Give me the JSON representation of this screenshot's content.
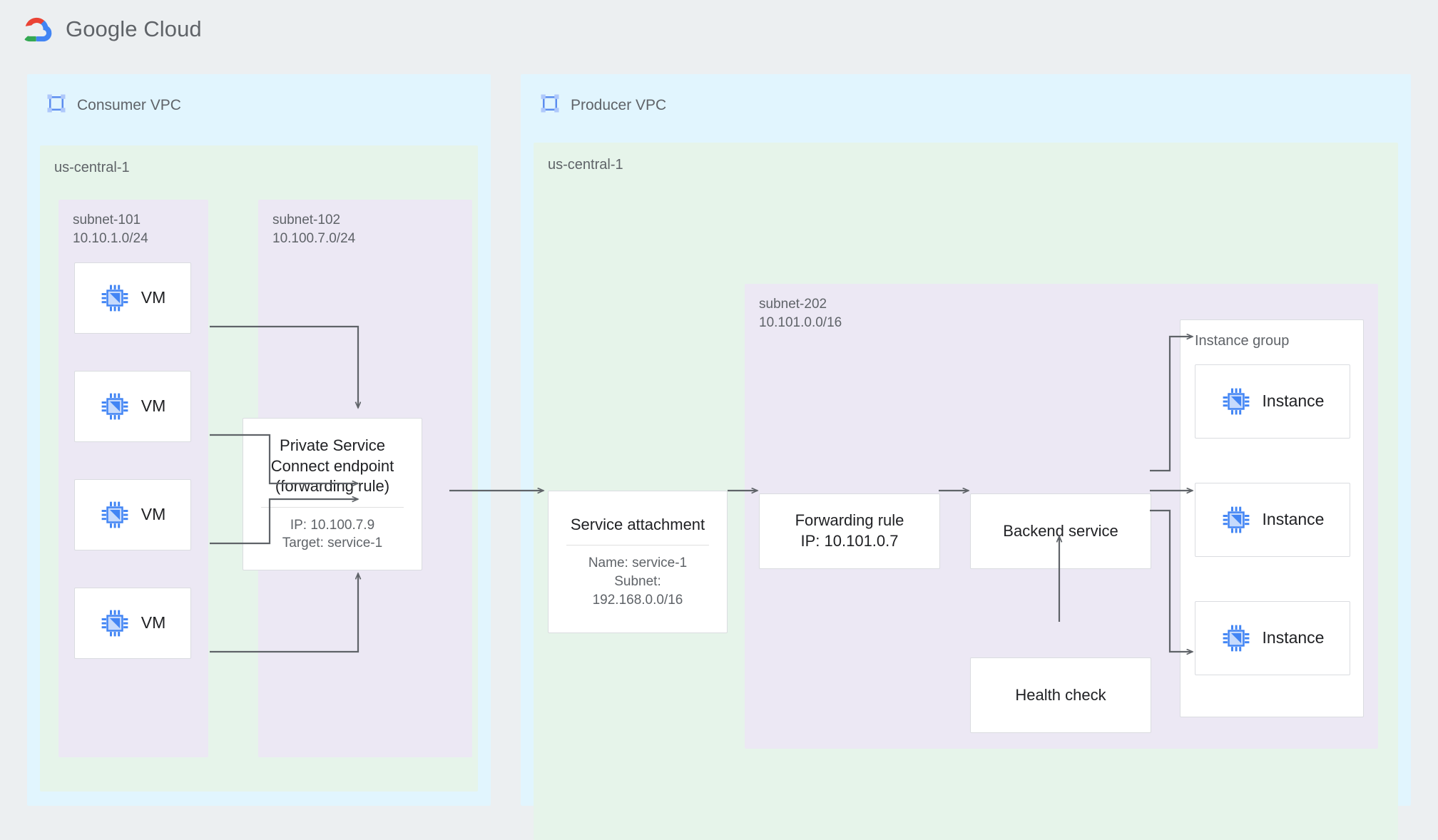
{
  "header": {
    "logo_icon": "google-cloud-logo",
    "brand": "Google Cloud"
  },
  "colors": {
    "page_background": "#eceff1",
    "vpc_background": "#e1f5fe",
    "region_background": "#e6f4ea",
    "subnet_background": "#ece8f4",
    "node_background": "#ffffff",
    "node_border": "#dadce0",
    "edge_stroke": "#5f6368",
    "title_text": "#202124",
    "muted_text": "#5f6368",
    "icon_blue": "#4285f4"
  },
  "consumer_vpc": {
    "icon": "vpc-network-icon",
    "title": "Consumer VPC",
    "region": {
      "label": "us-central-1",
      "subnets": [
        {
          "name": "subnet-101",
          "cidr": "10.10.1.0/24",
          "vms": [
            {
              "icon": "vm-chip-icon",
              "label": "VM"
            },
            {
              "icon": "vm-chip-icon",
              "label": "VM"
            },
            {
              "icon": "vm-chip-icon",
              "label": "VM"
            },
            {
              "icon": "vm-chip-icon",
              "label": "VM"
            }
          ]
        },
        {
          "name": "subnet-102",
          "cidr": "10.100.7.0/24",
          "endpoint": {
            "title": "Private Service\nConnect endpoint\n(forwarding rule)",
            "details": "IP: 10.100.7.9\nTarget: service-1"
          }
        }
      ]
    }
  },
  "producer_vpc": {
    "icon": "vpc-network-icon",
    "title": "Producer VPC",
    "region": {
      "label": "us-central-1",
      "service_attachment": {
        "title": "Service attachment",
        "details": "Name: service-1\nSubnet:\n192.168.0.0/16"
      },
      "subnet": {
        "name": "subnet-202",
        "cidr": "10.101.0.0/16",
        "forwarding_rule": {
          "title": "Forwarding rule\nIP: 10.101.0.7"
        },
        "backend_service": {
          "title": "Backend service"
        },
        "health_check": {
          "title": "Health check"
        },
        "instance_group": {
          "label": "Instance group",
          "instances": [
            {
              "icon": "vm-chip-icon",
              "label": "Instance"
            },
            {
              "icon": "vm-chip-icon",
              "label": "Instance"
            },
            {
              "icon": "vm-chip-icon",
              "label": "Instance"
            }
          ]
        }
      }
    }
  }
}
